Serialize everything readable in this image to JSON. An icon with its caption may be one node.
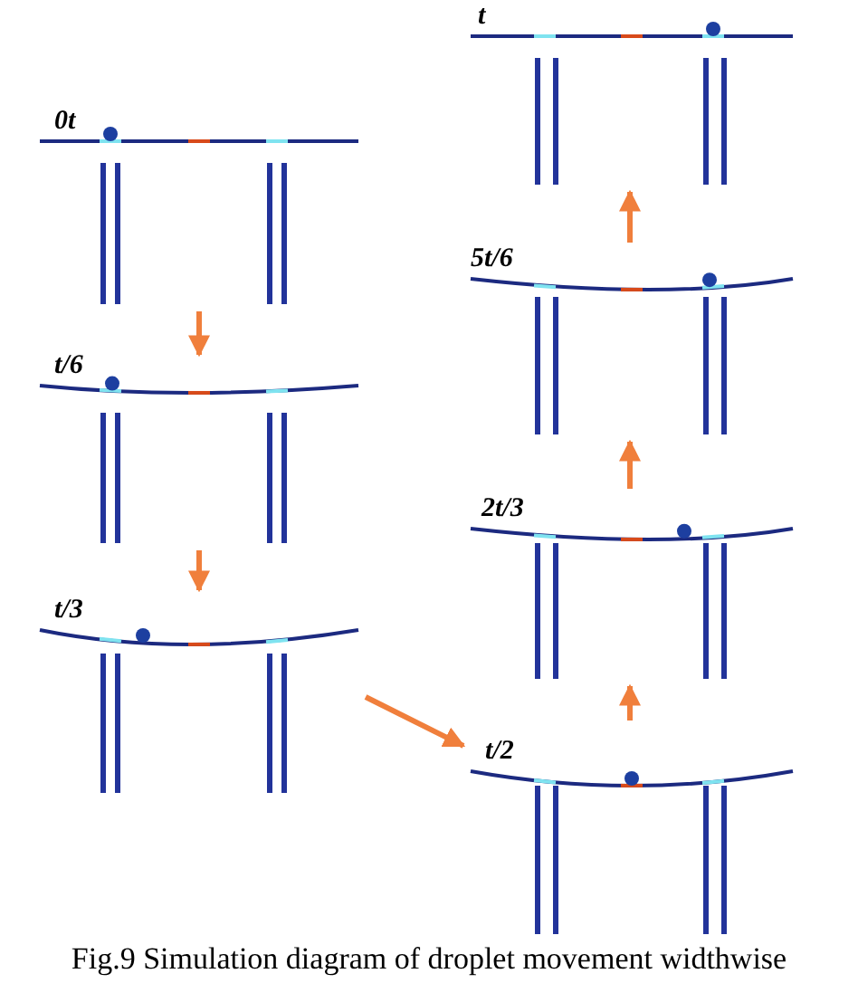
{
  "diagram": {
    "caption": "Fig.9 Simulation diagram of droplet movement widthwise",
    "nodes": [
      {
        "text": [
          "0t"
        ]
      },
      {
        "text": [
          "t/6"
        ]
      },
      {
        "text": [
          "t/3"
        ]
      },
      {
        "text": [
          "t/2"
        ]
      },
      {
        "text": [
          "2t/3"
        ]
      },
      {
        "text": [
          "5t/6"
        ]
      },
      {
        "text": [
          "t"
        ]
      }
    ],
    "edges": [
      {
        "from": 0,
        "to": 1,
        "arrow": "to"
      },
      {
        "from": 1,
        "to": 2,
        "arrow": "to"
      },
      {
        "from": 2,
        "to": 3,
        "arrow": "to"
      },
      {
        "from": 3,
        "to": 4,
        "arrow": "to"
      },
      {
        "from": 4,
        "to": 5,
        "arrow": "to"
      },
      {
        "from": 5,
        "to": 6,
        "arrow": "to"
      }
    ]
  }
}
